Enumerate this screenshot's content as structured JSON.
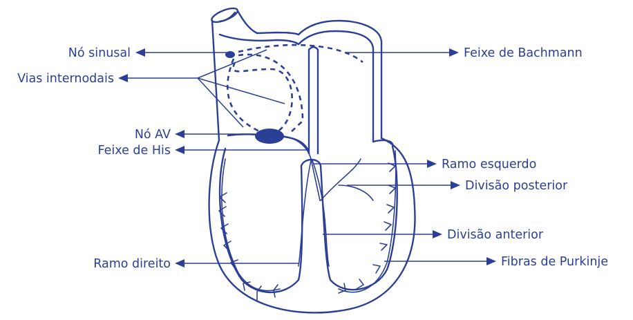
{
  "labels": {
    "no_sinusal": "Nó sinusal",
    "vias_internodais": "Vias internodais",
    "no_av": "Nó AV",
    "feixe_his": "Feixe de His",
    "ramo_direito": "Ramo direito",
    "feixe_bachmann": "Feixe de Bachmann",
    "ramo_esquerdo": "Ramo esquerdo",
    "divisao_posterior": "Divisão posterior",
    "divisao_anterior": "Divisão anterior",
    "fibras_purkinje": "Fibras de Purkinje"
  },
  "colors": {
    "stroke": "#2a3f95",
    "background": "#ffffff"
  }
}
